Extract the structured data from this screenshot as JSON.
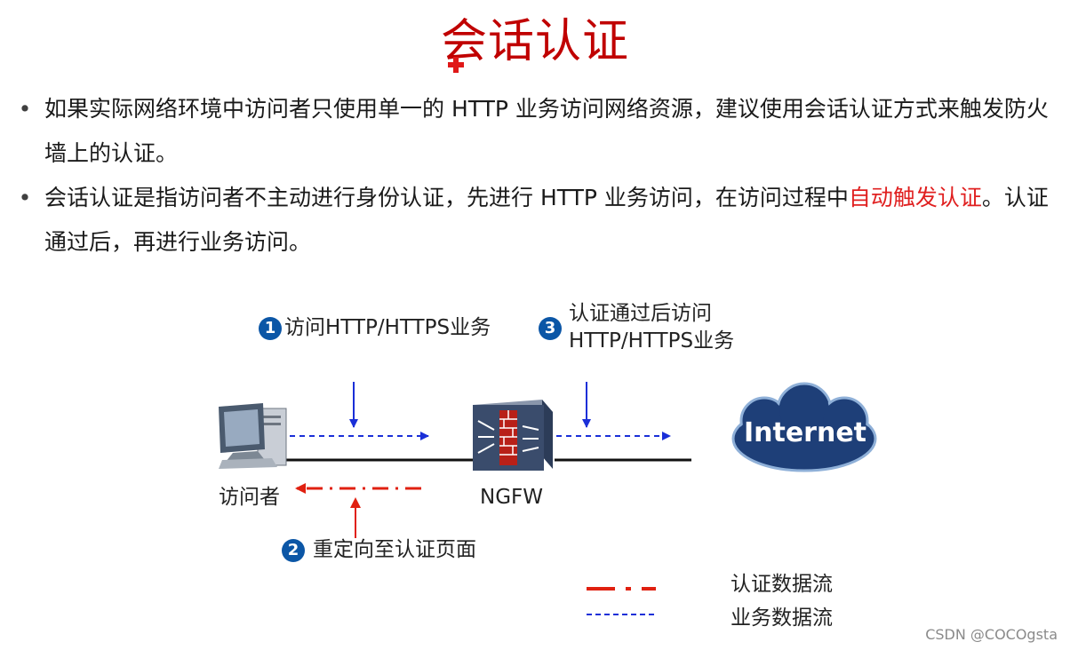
{
  "title": "会话认证",
  "bullets": [
    {
      "symbol": "•",
      "text": "如果实际网络环境中访问者只使用单一的 HTTP 业务访问网络资源，建议使用会话认证方式来触发防火墙上的认证。"
    },
    {
      "symbol": "•",
      "text_before": "会话认证是指访问者不主动进行身份认证，先进行 HTTP 业务访问，在访问过程中",
      "text_highlight": "自动触发认证",
      "text_after": "。认证通过后，再进行业务访问。"
    }
  ],
  "diagram": {
    "step1": {
      "number": "1",
      "label": "访问HTTP/HTTPS业务"
    },
    "step2": {
      "number": "2",
      "label": "重定向至认证页面"
    },
    "step3": {
      "number": "3",
      "line1": "认证通过后访问",
      "line2": "HTTP/HTTPS业务"
    },
    "visitor_label": "访问者",
    "firewall_label": "NGFW",
    "internet_label": "Internet"
  },
  "legend": {
    "auth_flow": "认证数据流",
    "business_flow": "业务数据流"
  },
  "colors": {
    "title": "#c00000",
    "highlight": "#e02020",
    "business_flow": "#1a2fd8",
    "auth_flow": "#e02010",
    "step_badge": "#0b56a6",
    "cloud": "#1e3f78"
  },
  "watermark": "CSDN @COCOgsta"
}
